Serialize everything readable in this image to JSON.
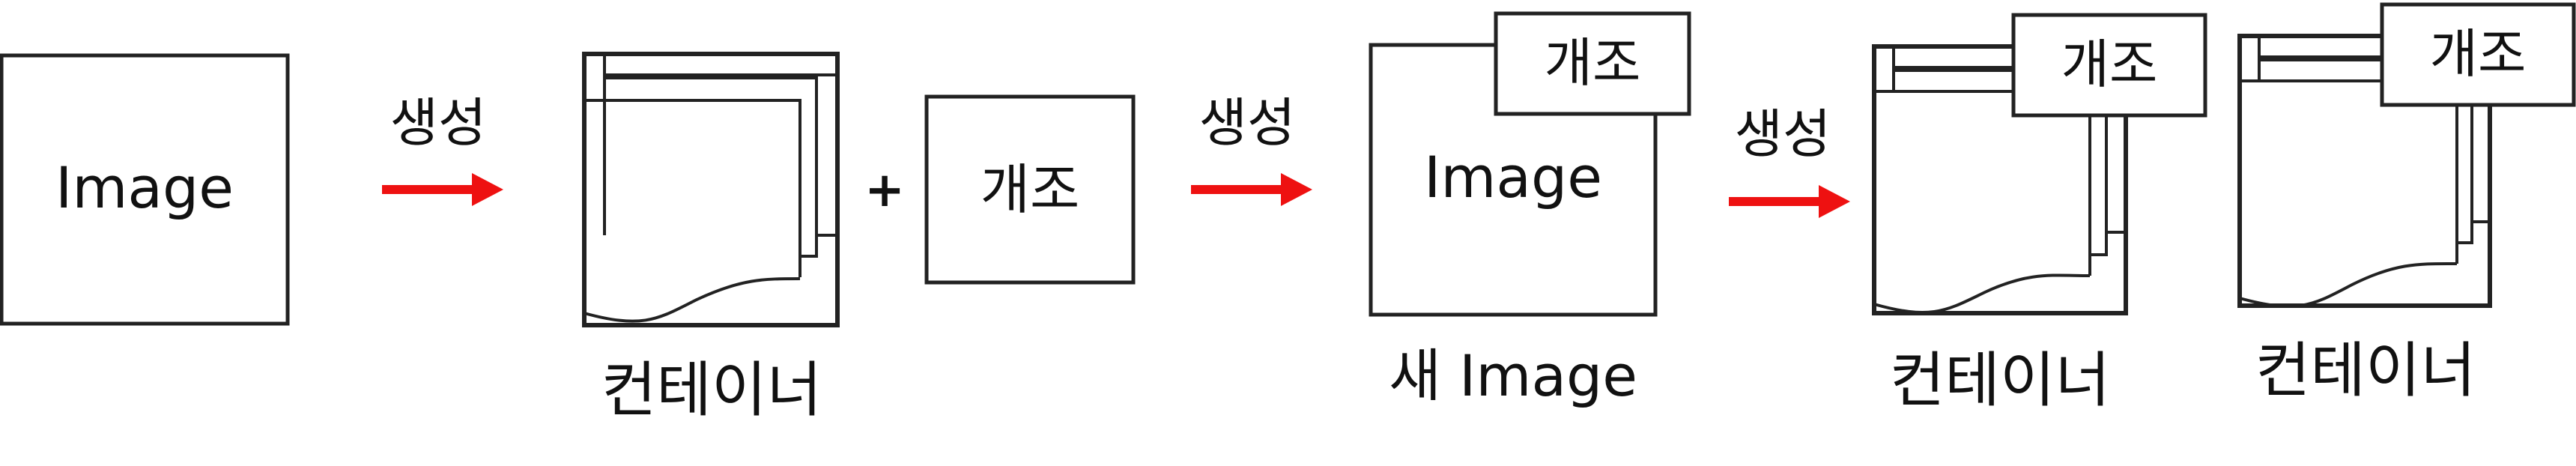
{
  "arrow_color": "#ee1111",
  "steps": {
    "source": {
      "label": "Image"
    },
    "arrow1": {
      "label": "생성"
    },
    "container1": {
      "caption": "컨테이너"
    },
    "plus": "+",
    "mod_box": {
      "label": "개조"
    },
    "arrow2": {
      "label": "생성"
    },
    "new_image": {
      "label": "Image",
      "badge": "개조",
      "caption": "새 Image"
    },
    "arrow3": {
      "label": "생성"
    },
    "container2": {
      "badge": "개조",
      "caption": "컨테이너"
    },
    "container3": {
      "badge": "개조",
      "caption": "컨테이너"
    }
  }
}
